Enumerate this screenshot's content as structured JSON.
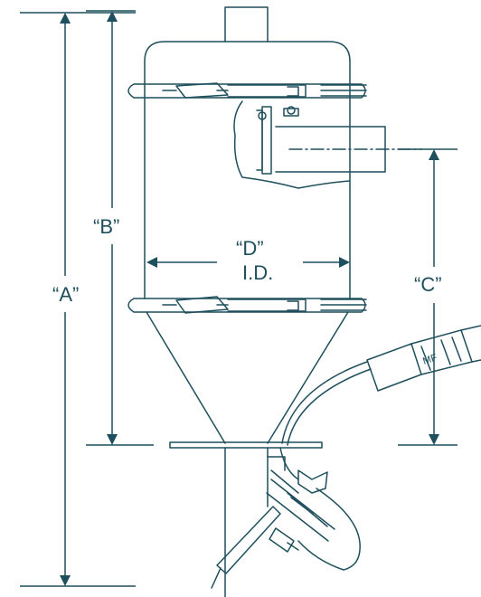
{
  "labels": {
    "a": "“A”",
    "b": "“B”",
    "c": "“C”",
    "d": "“D”",
    "id": "I.D.",
    "connector": "MF"
  },
  "colors": {
    "stroke": "#1e4f5c",
    "fill": "#ffffff"
  }
}
